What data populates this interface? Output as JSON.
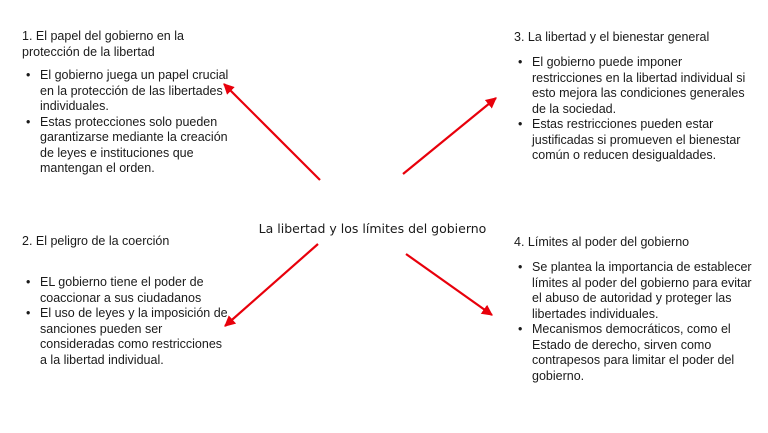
{
  "center": {
    "title": "La libertad y los límites del gobierno"
  },
  "sections": [
    {
      "title": "1. El papel del gobierno en la protección de la libertad",
      "bullets": [
        "El gobierno juega un papel crucial en la protección de las libertades individuales.",
        "Estas protecciones solo pueden garantizarse mediante la creación de leyes e instituciones que mantengan el orden."
      ]
    },
    {
      "title": "2. El peligro de la coerción",
      "bullets": [
        "EL gobierno tiene el poder de coaccionar a sus ciudadanos",
        "El uso de leyes y la imposición de sanciones pueden ser consideradas como restricciones a la libertad individual."
      ]
    },
    {
      "title": "3. La libertad y el bienestar general",
      "bullets": [
        "El gobierno puede imponer restricciones en la libertad individual si esto mejora las condiciones generales de la sociedad.",
        "Estas restricciones pueden estar justificadas si promueven el bienestar común o reducen desigualdades."
      ]
    },
    {
      "title": "4. Límites al poder del gobierno",
      "bullets": [
        "Se plantea la importancia de establecer límites al poder del gobierno para evitar el abuso de autoridad y proteger las libertades individuales.",
        "Mecanismos democráticos, como el Estado de derecho, sirven como contrapesos para limitar el poder del gobierno."
      ]
    }
  ],
  "colors": {
    "arrow": "#e8000b",
    "text": "#1a1a1a"
  }
}
